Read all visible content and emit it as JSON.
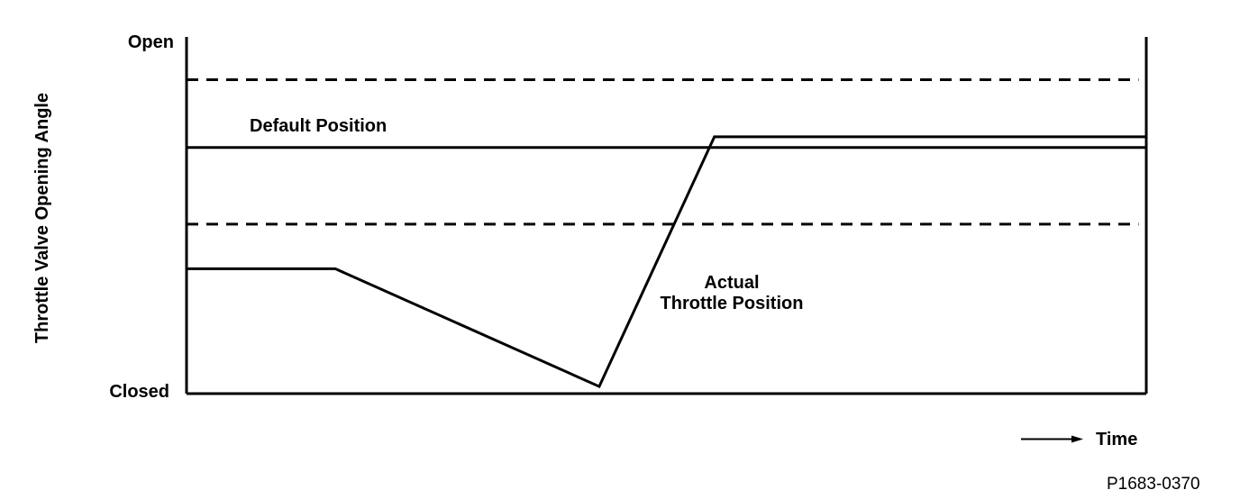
{
  "chart_data": {
    "type": "line",
    "title": "",
    "xlabel": "Time",
    "ylabel": "Throttle Valve Opening Angle",
    "y_axis_top_label": "Open",
    "y_axis_bottom_label": "Closed",
    "xlim": [
      0,
      100
    ],
    "ylim": [
      0,
      100
    ],
    "grid": false,
    "legend_position": "none",
    "frame_sides": [
      "left",
      "bottom",
      "right"
    ],
    "line_color": "#000000",
    "background_color": "#ffffff",
    "series": [
      {
        "name": "Default Position",
        "style": "solid",
        "points": [
          [
            0,
            69
          ],
          [
            100,
            69
          ]
        ]
      },
      {
        "name": "Upper dashed threshold",
        "style": "dashed",
        "points": [
          [
            0,
            88
          ],
          [
            99.2,
            88
          ]
        ]
      },
      {
        "name": "Lower dashed threshold",
        "style": "dashed",
        "points": [
          [
            0,
            47.5
          ],
          [
            99.2,
            47.5
          ]
        ]
      },
      {
        "name": "Actual Throttle Position",
        "style": "solid",
        "points": [
          [
            0,
            35
          ],
          [
            15.5,
            35
          ],
          [
            43,
            2
          ],
          [
            55,
            72
          ],
          [
            100,
            72
          ]
        ]
      }
    ],
    "annotations": [
      {
        "text": "Default Position",
        "anchor_series": "Default Position"
      },
      {
        "text": "Actual Throttle Position",
        "anchor_series": "Actual Throttle Position"
      }
    ]
  },
  "labels": {
    "y_axis": "Throttle Valve Opening Angle",
    "open": "Open",
    "closed": "Closed",
    "default_position": "Default Position",
    "actual_line1": "Actual",
    "actual_line2": "Throttle Position",
    "time": "Time",
    "part_number": "P1683-0370"
  }
}
